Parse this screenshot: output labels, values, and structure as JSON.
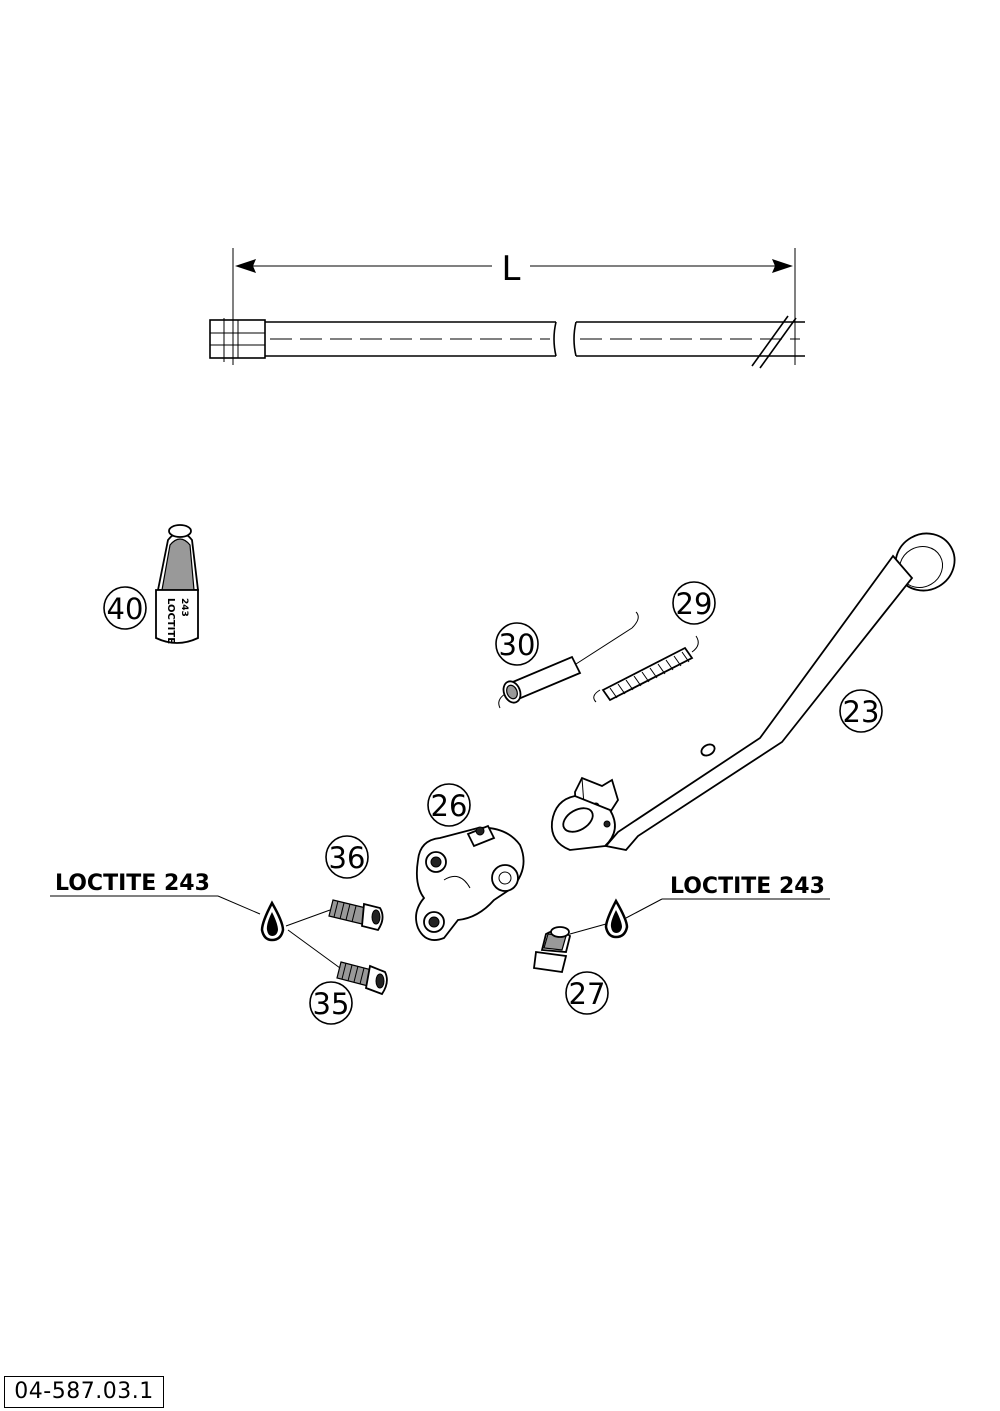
{
  "dimension": {
    "label": "L"
  },
  "callouts": {
    "p40": "40",
    "p30": "30",
    "p29": "29",
    "p23": "23",
    "p26": "26",
    "p36": "36",
    "p35": "35",
    "p27": "27"
  },
  "labels": {
    "loctite_left": "LOCTITE 243",
    "loctite_right": "LOCTITE 243",
    "tube_brand": "LOCTITE",
    "tube_number": "243"
  },
  "drawing_code": "04-587.03.1"
}
